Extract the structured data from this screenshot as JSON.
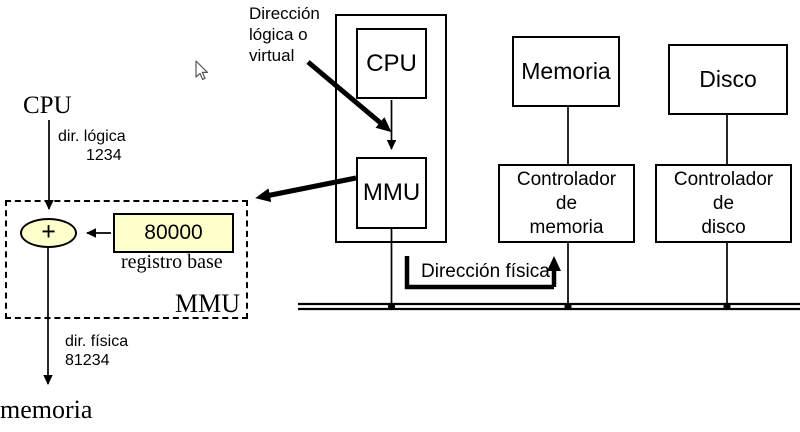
{
  "colors": {
    "register_fill": "#ffffcc",
    "ink": "#000000",
    "background": "#ffffff"
  },
  "mmu_detail": {
    "cpu_label": "CPU",
    "logical_caption": "dir. lógica",
    "logical_value": "1234",
    "adder_symbol": "+",
    "base_register_value": "80000",
    "base_register_caption": "registro base",
    "box_label": "MMU",
    "physical_caption": "dir. física",
    "physical_value": "81234",
    "memory_label": "memoria"
  },
  "system": {
    "note_lines": [
      "Dirección",
      "lógica o",
      "virtual"
    ],
    "cpu_label": "CPU",
    "mmu_label": "MMU",
    "memory_label": "Memoria",
    "disk_label": "Disco",
    "memory_controller_lines": [
      "Controlador",
      "de",
      "memoria"
    ],
    "disk_controller_lines": [
      "Controlador",
      "de",
      "disco"
    ],
    "physical_address_label": "Dirección física"
  }
}
